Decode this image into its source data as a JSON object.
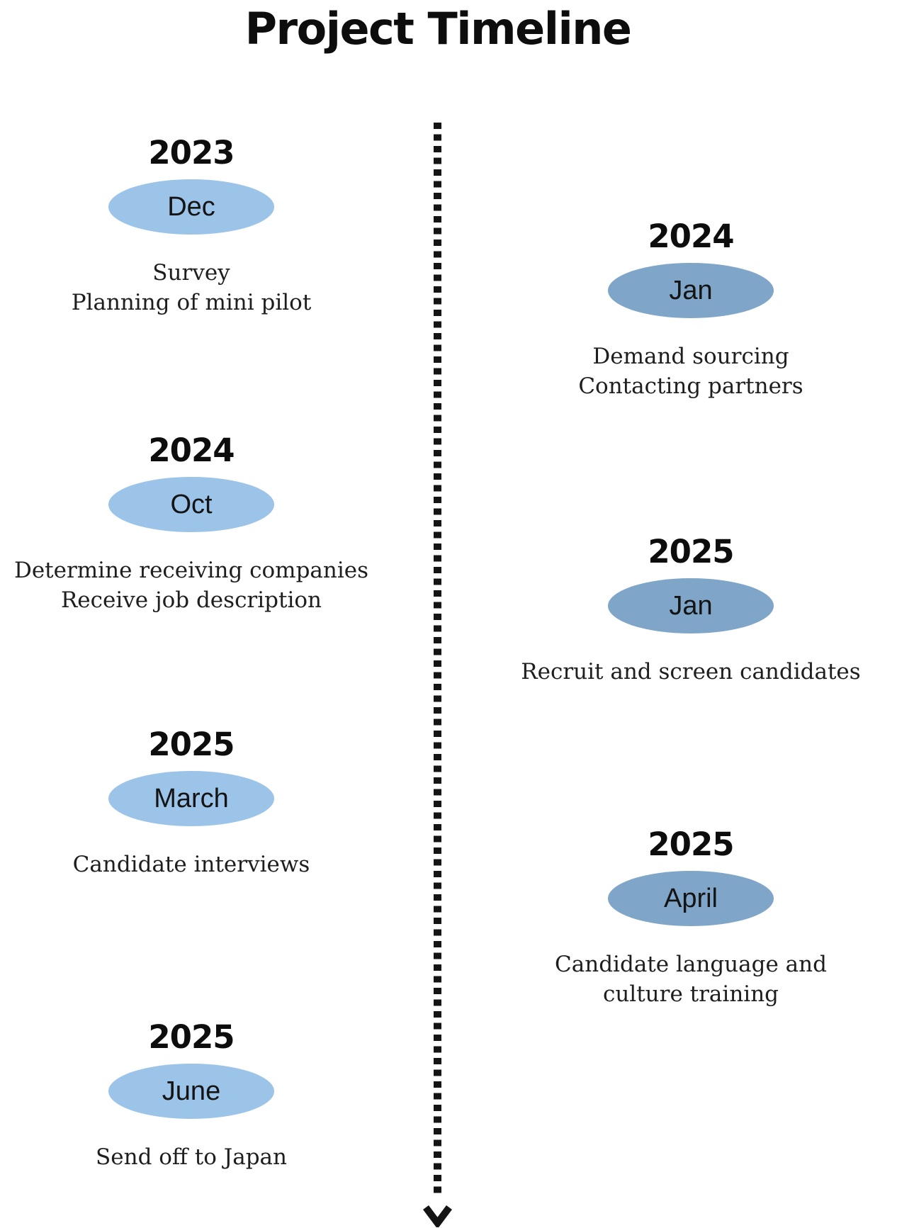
{
  "title": "Project Timeline",
  "colors": {
    "left_pill": "#9CC4E9",
    "right_pill": "#7FA5C8",
    "line_color": "#141414",
    "text_color": "#1E1E1E"
  },
  "axis": {
    "style": "vertical-dotted",
    "arrow": "down"
  },
  "timeline": {
    "left": [
      {
        "year": "2023",
        "month": "Dec",
        "lines": [
          "Survey",
          "Planning of mini pilot"
        ]
      },
      {
        "year": "2024",
        "month": "Oct",
        "lines": [
          "Determine receiving companies",
          "Receive job description"
        ]
      },
      {
        "year": "2025",
        "month": "March",
        "lines": [
          "Candidate interviews"
        ]
      },
      {
        "year": "2025",
        "month": "June",
        "lines": [
          "Send off to Japan"
        ]
      }
    ],
    "right": [
      {
        "year": "2024",
        "month": "Jan",
        "lines": [
          "Demand sourcing",
          "Contacting partners"
        ]
      },
      {
        "year": "2025",
        "month": "Jan",
        "lines": [
          "Recruit and screen candidates"
        ]
      },
      {
        "year": "2025",
        "month": "April",
        "lines": [
          "Candidate language and",
          "culture training"
        ]
      }
    ]
  }
}
